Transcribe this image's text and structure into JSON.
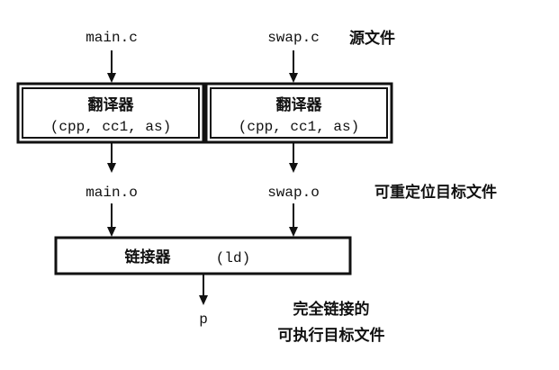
{
  "inputs": {
    "left_source": "main.c",
    "right_source": "swap.c",
    "source_label": "源文件"
  },
  "translators": {
    "left_title": "翻译器",
    "left_tools": "(cpp, cc1, as)",
    "right_title": "翻译器",
    "right_tools": "(cpp, cc1, as)"
  },
  "objects": {
    "left_object": "main.o",
    "right_object": "swap.o",
    "object_label": "可重定位目标文件"
  },
  "linker": {
    "title": "链接器",
    "tool": "(ld)"
  },
  "output": {
    "file": "p",
    "label_line1": "完全链接的",
    "label_line2": "可执行目标文件"
  }
}
